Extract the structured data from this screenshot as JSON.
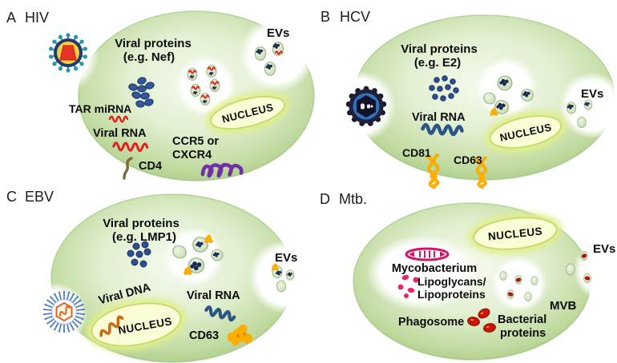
{
  "figure": {
    "panels": {
      "a": {
        "letter": "A",
        "name": "HIV",
        "viral_proteins_line1": "Viral proteins",
        "viral_proteins_line2": "(e.g. Nef)",
        "evs": "EVs",
        "tar_mirna": "TAR miRNA",
        "viral_rna": "Viral RNA",
        "ccr_line1": "CCR5 or",
        "ccr_line2": "CXCR4",
        "cd4": "CD4",
        "nucleus": "NUCLEUS"
      },
      "b": {
        "letter": "B",
        "name": "HCV",
        "viral_proteins_line1": "Viral proteins",
        "viral_proteins_line2": "(e.g. E2)",
        "viral_rna": "Viral RNA",
        "cd81": "CD81",
        "cd63": "CD63",
        "nucleus": "NUCLEUS",
        "evs": "EVs"
      },
      "c": {
        "letter": "C",
        "name": "EBV",
        "viral_proteins_line1": "Viral proteins",
        "viral_proteins_line2": "(e.g. LMP1)",
        "viral_dna": "Viral DNA",
        "viral_rna": "Viral RNA",
        "cd63": "CD63",
        "nucleus": "NUCLEUS",
        "evs": "EVs"
      },
      "d": {
        "letter": "D",
        "name": "Mtb.",
        "nucleus": "NUCLEUS",
        "mycobacterium": "Mycobacterium",
        "lipo_line1": "Lipoglycans/",
        "lipo_line2": "Lipoproteins",
        "phagosome": "Phagosome",
        "bacterial_line1": "Bacterial",
        "bacterial_line2": "proteins",
        "mvb": "MVB",
        "evs": "EVs"
      }
    },
    "icons": {
      "panel_a_virion": "hiv-virion-icon",
      "panel_b_virion": "hcv-virion-icon",
      "panel_c_virion": "ebv-virion-icon",
      "panel_d_bacterium": "mycobacterium-icon"
    },
    "colors": {
      "cell_green_edge": "#9cc47a",
      "cell_green_center": "#f3f8ea",
      "nucleus_fill": "#fafdd6",
      "nucleus_border": "#c6da69",
      "nucleus_glow": "#e0ee8a",
      "protein_blue": "#33569c",
      "rna_red": "#e41e1a",
      "rna_blue": "#2b5586",
      "dna_orange": "#cf6a14",
      "receptor_orange": "#fcae03",
      "ccr_purple": "#7230a8",
      "cd4_brown": "#7d6a3a",
      "mycobacterium_pink": "#d4146a",
      "bacteria_red": "#cc1505",
      "vesicle_green": "#dcead0",
      "hiv_envelope_blue": "#223a6e",
      "hiv_core_red": "#e63323",
      "hiv_spike_teal": "#2a8ca0",
      "hcv_dark": "#20203a",
      "hcv_ring_blue": "#2f74c0",
      "ebv_fringe_blue": "#4a79ca",
      "ebv_core_orange": "#e2641e"
    }
  }
}
